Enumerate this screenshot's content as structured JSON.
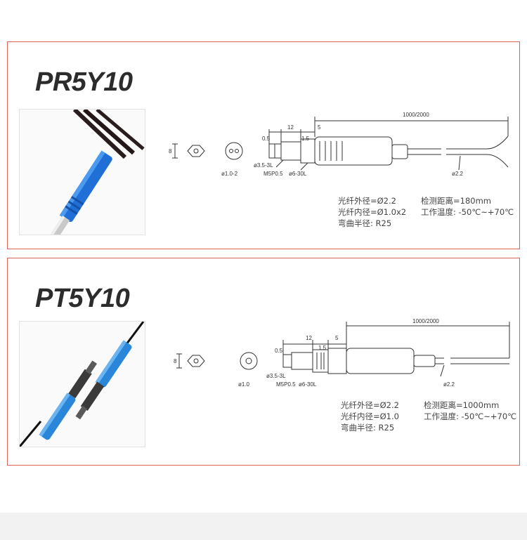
{
  "products": [
    {
      "title": "PR5Y10",
      "drawing": {
        "cable_length": "1000/2000",
        "dim_5": "5",
        "dim_12": "12",
        "dim_0_5": "0.5",
        "dim_1_5": "1.5",
        "dim_8": "8",
        "hole_dia": "ø1.0-2",
        "lock": "ø3.5-3L",
        "thread": "M5P0.5",
        "body": "ø6-30L",
        "cable_dia": "ø2.2"
      },
      "specs_left": [
        "光纤外径=Ø2.2",
        "光纤内径=Ø1.0x2",
        "弯曲半径:  R25"
      ],
      "specs_right": [
        "检测距离=180mm",
        "工作温度: -50℃~+70℃"
      ]
    },
    {
      "title": "PT5Y10",
      "drawing": {
        "cable_length": "1000/2000",
        "dim_5": "5",
        "dim_12": "12",
        "dim_0_5": "0.5",
        "dim_1_5": "1.5",
        "dim_8": "8",
        "hole_dia": "ø1.0",
        "lock": "ø3.5-3L",
        "thread": "M5P0.5",
        "body": "ø6-30L",
        "cable_dia": "ø2.2"
      },
      "specs_left": [
        "光纤外径=Ø2.2",
        "光纤内径=Ø1.0",
        "弯曲半径:  R25"
      ],
      "specs_right": [
        "检测距离=1000mm",
        "工作温度: -50℃~+70℃"
      ]
    }
  ],
  "colors": {
    "border": "#d9625a",
    "probe_blue": "#1f6fd6",
    "line": "#333333"
  }
}
